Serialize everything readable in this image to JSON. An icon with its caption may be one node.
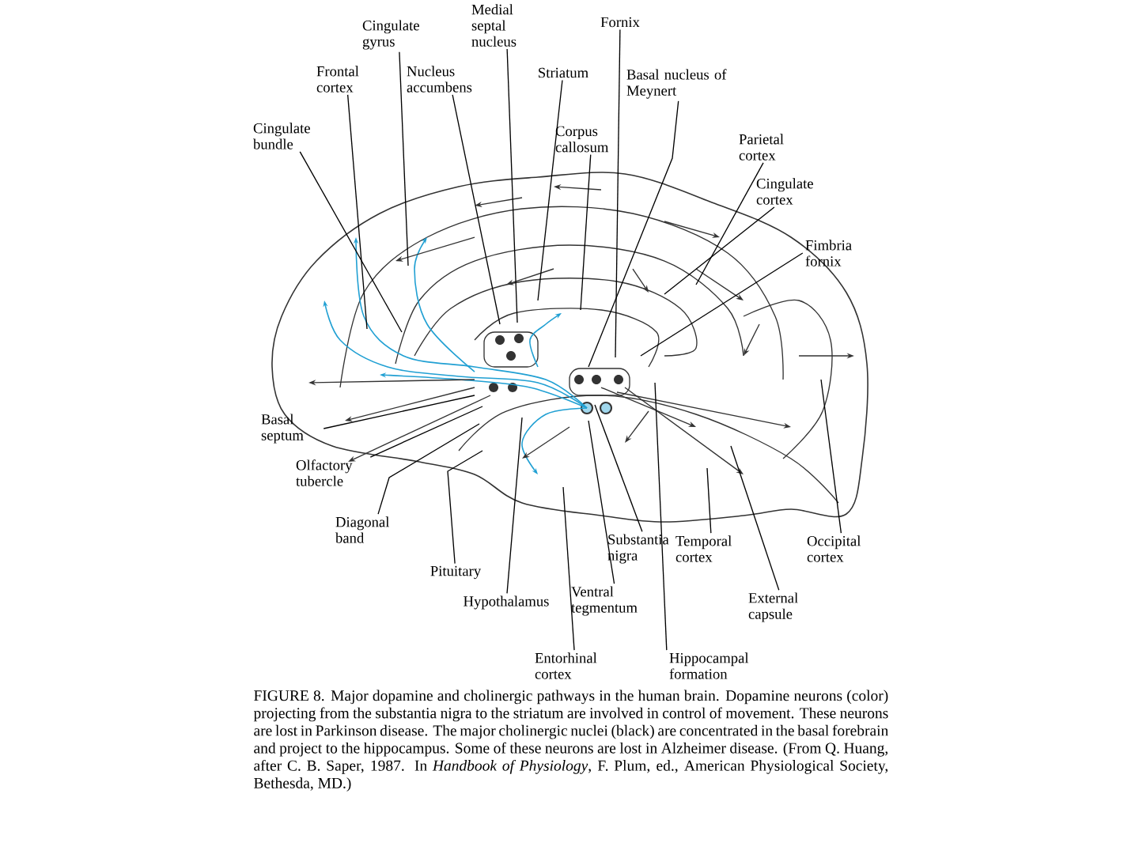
{
  "diagram": {
    "caption": "FIGURE 8. Major dopamine and cholinergic pathways in the human brain. Dopamine neurons (color) projecting from the substantia nigra to the striatum are involved in control of movement. These neurons are lost in Parkinson disease. The major cholinergic nuclei (black) are concentrated in the basal forebrain and project to the hippocampus. Some of these neurons are lost in Alzheimer disease. (From Q. Huang, after C. B. Saper, 1987. In *Handbook of Physiology*, F. Plum, ed., American Physiological Society, Bethesda, MD.)",
    "nodes": [
      {
        "text": [
          "Cingulate gyrus"
        ]
      },
      {
        "text": [
          "Medial septal nucleus"
        ]
      },
      {
        "text": [
          "Fornix"
        ]
      },
      {
        "text": [
          "Frontal cortex"
        ]
      },
      {
        "text": [
          "Nucleus accumbens"
        ]
      },
      {
        "text": [
          "Striatum"
        ]
      },
      {
        "text": [
          "Basal nucleus of Meynert"
        ]
      },
      {
        "text": [
          "Cingulate bundle"
        ]
      },
      {
        "text": [
          "Corpus callosum"
        ]
      },
      {
        "text": [
          "Parietal cortex"
        ]
      },
      {
        "text": [
          "Cingulate cortex"
        ]
      },
      {
        "text": [
          "Fimbria fornix"
        ]
      },
      {
        "text": [
          "Basal septum"
        ]
      },
      {
        "text": [
          "Olfactory tubercle"
        ]
      },
      {
        "text": [
          "Diagonal band"
        ]
      },
      {
        "text": [
          "Substantia nigra"
        ]
      },
      {
        "text": [
          "Temporal cortex"
        ]
      },
      {
        "text": [
          "Occipital cortex"
        ]
      },
      {
        "text": [
          "Pituitary"
        ]
      },
      {
        "text": [
          "Hypothalamus"
        ]
      },
      {
        "text": [
          "Ventral tegmentum"
        ]
      },
      {
        "text": [
          "External capsule"
        ]
      },
      {
        "text": [
          "Entorhinal cortex"
        ]
      },
      {
        "text": [
          "Hippocampal formation"
        ]
      }
    ],
    "edges": [
      {
        "from": 0,
        "to": null,
        "arrow": "none"
      },
      {
        "from": 1,
        "to": null,
        "arrow": "none"
      },
      {
        "from": 2,
        "to": null,
        "arrow": "none"
      },
      {
        "from": 3,
        "to": null,
        "arrow": "none"
      },
      {
        "from": 4,
        "to": null,
        "arrow": "none"
      },
      {
        "from": 5,
        "to": null,
        "arrow": "none"
      },
      {
        "from": 6,
        "to": null,
        "arrow": "none"
      },
      {
        "from": 7,
        "to": null,
        "arrow": "none"
      },
      {
        "from": 8,
        "to": null,
        "arrow": "none"
      },
      {
        "from": 9,
        "to": null,
        "arrow": "none"
      },
      {
        "from": 10,
        "to": null,
        "arrow": "none"
      },
      {
        "from": 11,
        "to": null,
        "arrow": "none"
      },
      {
        "from": 12,
        "to": null,
        "arrow": "none"
      },
      {
        "from": 13,
        "to": null,
        "arrow": "none"
      },
      {
        "from": 14,
        "to": null,
        "arrow": "none"
      },
      {
        "from": 15,
        "to": null,
        "arrow": "none"
      },
      {
        "from": 16,
        "to": null,
        "arrow": "none"
      },
      {
        "from": 17,
        "to": null,
        "arrow": "none"
      },
      {
        "from": 18,
        "to": null,
        "arrow": "none"
      },
      {
        "from": 19,
        "to": null,
        "arrow": "none"
      },
      {
        "from": 20,
        "to": null,
        "arrow": "none"
      },
      {
        "from": 21,
        "to": null,
        "arrow": "none"
      },
      {
        "from": 22,
        "to": null,
        "arrow": "none"
      },
      {
        "from": 23,
        "to": null,
        "arrow": "none"
      }
    ]
  }
}
